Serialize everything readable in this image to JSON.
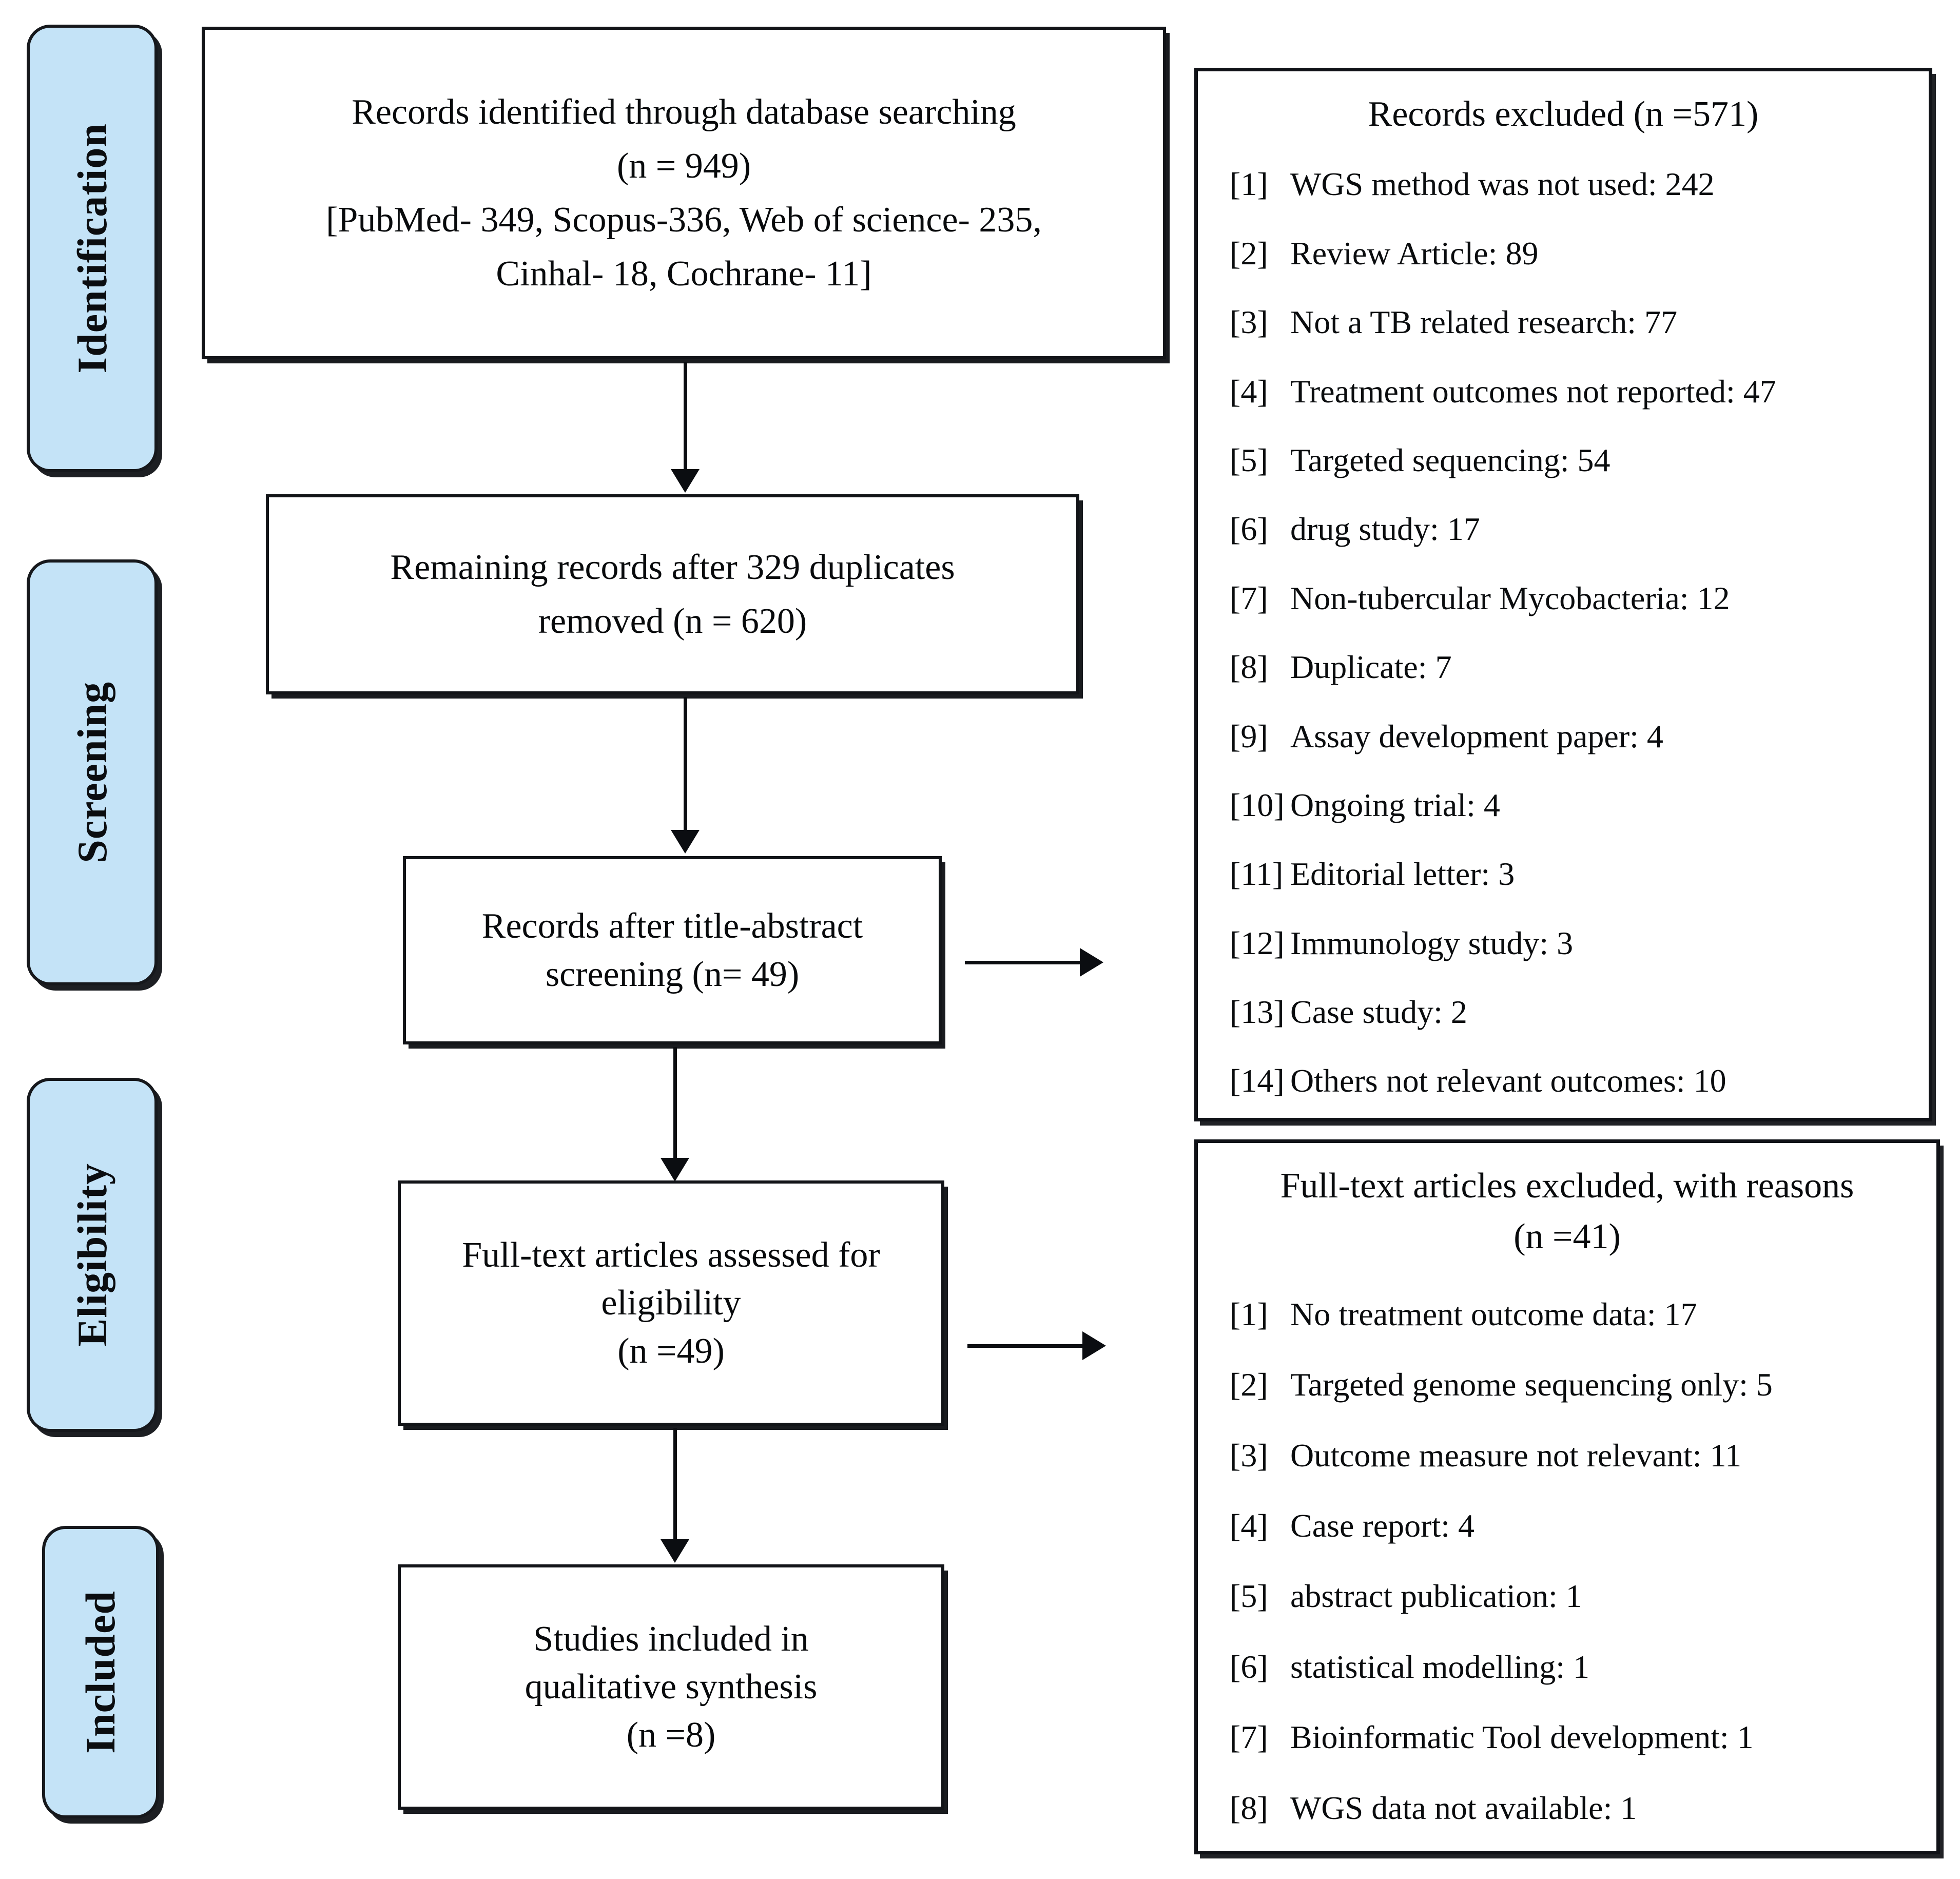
{
  "diagram": {
    "type": "PRISMA flow diagram",
    "accent_color": "#c4e3f7",
    "line_color": "#0b0d11"
  },
  "stages": [
    {
      "label": "Identification"
    },
    {
      "label": "Screening"
    },
    {
      "label": "Eligibility"
    },
    {
      "label": "Included"
    }
  ],
  "flow_boxes": [
    {
      "id": "identified",
      "lines": [
        "Records identified through database searching",
        "(n = 949)",
        "[PubMed- 349, Scopus-336, Web of science- 235,",
        "Cinhal- 18, Cochrane- 11]"
      ]
    },
    {
      "id": "duplicates-removed",
      "lines": [
        "Remaining records after 329 duplicates",
        "removed (n = 620)"
      ]
    },
    {
      "id": "title-abstract-screening",
      "lines": [
        "Records after title-abstract",
        "screening (n= 49)"
      ]
    },
    {
      "id": "fulltext-assessed",
      "lines": [
        "Full-text articles assessed for",
        "eligibility",
        "(n =49)"
      ]
    },
    {
      "id": "studies-included",
      "lines": [
        "Studies included in",
        "qualitative synthesis",
        "(n =8)"
      ]
    }
  ],
  "panels": [
    {
      "id": "records-excluded",
      "title_line1": "Records excluded (n =571)",
      "title_line2": "",
      "reasons": [
        {
          "index": "[1]",
          "text": "WGS method was not used: 242"
        },
        {
          "index": "[2]",
          "text": "Review Article: 89"
        },
        {
          "index": "[3]",
          "text": "Not a TB related research: 77"
        },
        {
          "index": "[4]",
          "text": "Treatment outcomes not reported: 47"
        },
        {
          "index": "[5]",
          "text": "Targeted sequencing: 54"
        },
        {
          "index": "[6]",
          "text": "drug study: 17"
        },
        {
          "index": "[7]",
          "text": "Non-tubercular Mycobacteria: 12"
        },
        {
          "index": "[8]",
          "text": "Duplicate: 7"
        },
        {
          "index": "[9]",
          "text": "Assay development paper:  4"
        },
        {
          "index": "[10]",
          "text": "Ongoing trial: 4"
        },
        {
          "index": "[11]",
          "text": "Editorial letter: 3"
        },
        {
          "index": "[12]",
          "text": "Immunology study: 3"
        },
        {
          "index": "[13]",
          "text": "Case study: 2"
        },
        {
          "index": "[14]",
          "text": "Others not relevant outcomes: 10"
        }
      ]
    },
    {
      "id": "fulltext-excluded",
      "title_line1": "Full-text articles excluded, with reasons",
      "title_line2": "(n =41)",
      "reasons": [
        {
          "index": "[1]",
          "text": "No treatment outcome data: 17"
        },
        {
          "index": "[2]",
          "text": "Targeted genome sequencing only: 5"
        },
        {
          "index": "[3]",
          "text": "Outcome measure not relevant: 11"
        },
        {
          "index": "[4]",
          "text": "Case report: 4"
        },
        {
          "index": "[5]",
          "text": "abstract publication: 1"
        },
        {
          "index": "[6]",
          "text": "statistical modelling: 1"
        },
        {
          "index": "[7]",
          "text": "Bioinformatic Tool development: 1"
        },
        {
          "index": "[8]",
          "text": "WGS data not available: 1"
        }
      ]
    }
  ],
  "chart_data": {
    "type": "diagram",
    "title": "PRISMA flow diagram",
    "nodes": [
      {
        "stage": "Identification",
        "label": "Records identified through database searching",
        "n": 949,
        "breakdown": {
          "PubMed": 349,
          "Scopus": 336,
          "Web of science": 235,
          "Cinhal": 18,
          "Cochrane": 11
        }
      },
      {
        "stage": "Screening",
        "label": "Remaining records after 329 duplicates removed",
        "n": 620,
        "duplicates_removed": 329
      },
      {
        "stage": "Screening",
        "label": "Records after title-abstract screening",
        "n": 49
      },
      {
        "stage": "Eligibility",
        "label": "Full-text articles assessed for eligibility",
        "n": 49
      },
      {
        "stage": "Included",
        "label": "Studies included in qualitative synthesis",
        "n": 8
      }
    ],
    "exclusions": [
      {
        "label": "Records excluded",
        "n": 571,
        "values": [
          242,
          89,
          77,
          47,
          54,
          17,
          12,
          7,
          4,
          4,
          3,
          3,
          2,
          10
        ],
        "categories": [
          "WGS method was not used",
          "Review Article",
          "Not a TB related research",
          "Treatment outcomes not reported",
          "Targeted sequencing",
          "drug study",
          "Non-tubercular Mycobacteria",
          "Duplicate",
          "Assay development paper",
          "Ongoing trial",
          "Editorial letter",
          "Immunology study",
          "Case study",
          "Others not relevant outcomes"
        ]
      },
      {
        "label": "Full-text articles excluded, with reasons",
        "n": 41,
        "values": [
          17,
          5,
          11,
          4,
          1,
          1,
          1,
          1
        ],
        "categories": [
          "No treatment outcome data",
          "Targeted genome sequencing only",
          "Outcome measure not relevant",
          "Case report",
          "abstract publication",
          "statistical modelling",
          "Bioinformatic Tool development",
          "WGS data not available"
        ]
      }
    ]
  }
}
